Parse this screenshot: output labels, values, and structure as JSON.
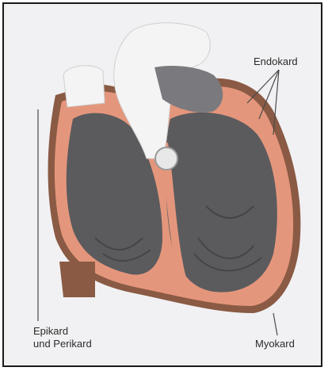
{
  "diagram": {
    "labels": {
      "endokard": "Endokard",
      "epikard_line1": "Epikard",
      "epikard_line2": "und Perikard",
      "myokard": "Myokard"
    },
    "colors": {
      "background": "#f1f1f3",
      "frame": "#1a1a1a",
      "myocardium": "#e4967c",
      "epicardium": "#8a5a44",
      "chamber": "#5b5b5e",
      "vessel": "#f4f4f4",
      "leader": "#4a4a4a"
    }
  }
}
